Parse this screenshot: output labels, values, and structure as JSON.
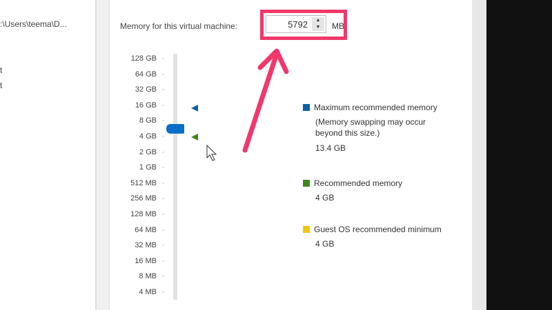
{
  "left_panel": {
    "path": ":\\Users\\teema\\D...",
    "items": [
      "t",
      "t"
    ]
  },
  "memory": {
    "label": "Memory for this virtual machine:",
    "value": "5792",
    "unit": "MB"
  },
  "scale": [
    "128 GB",
    "64 GB",
    "32 GB",
    "16 GB",
    "8 GB",
    "4 GB",
    "2 GB",
    "1 GB",
    "512 MB",
    "256 MB",
    "128 MB",
    "64 MB",
    "32 MB",
    "16 MB",
    "8 MB",
    "4 MB"
  ],
  "legend": {
    "max": {
      "title": "Maximum recommended memory",
      "note": "(Memory swapping may occur beyond this size.)",
      "value": "13.4 GB",
      "color": "#0a5fa8"
    },
    "rec": {
      "title": "Recommended memory",
      "value": "4 GB",
      "color": "#3a8a1c"
    },
    "min": {
      "title": "Guest OS recommended minimum",
      "value": "4 GB",
      "color": "#f5c400"
    }
  },
  "highlight_color": "#f0386b"
}
